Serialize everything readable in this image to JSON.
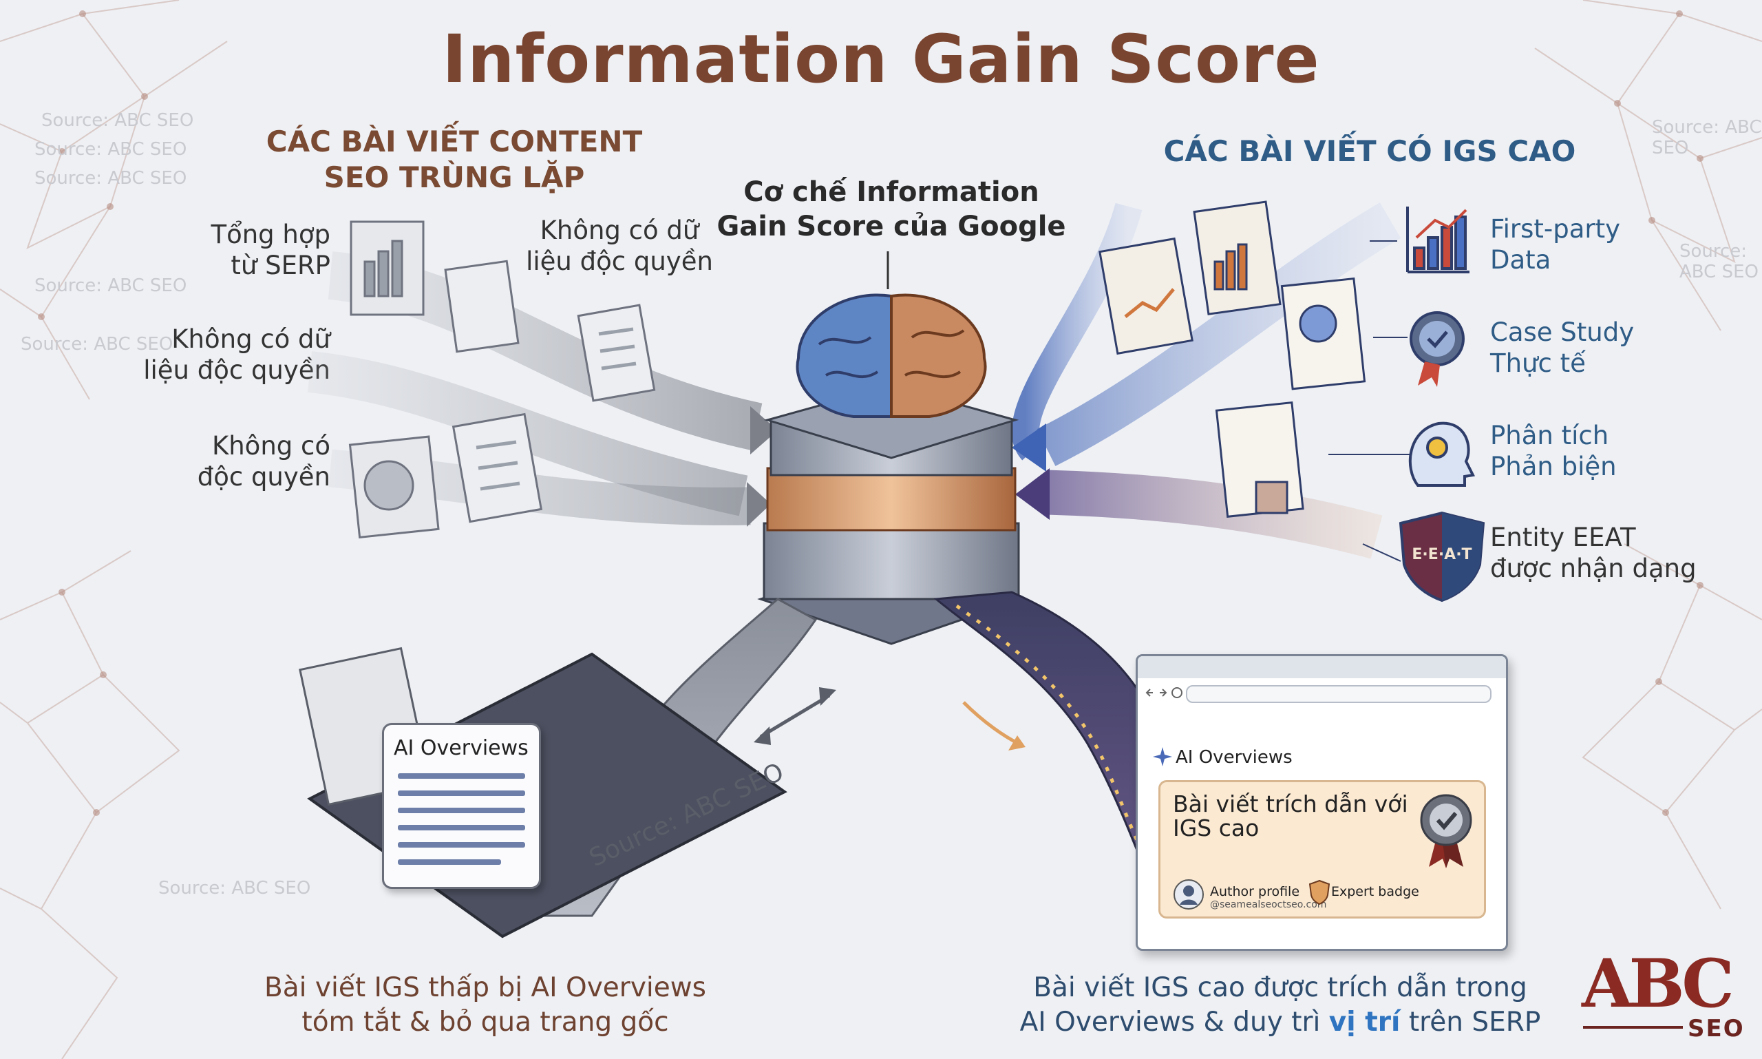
{
  "title": "Information Gain Score",
  "left_section": {
    "heading_line1": "CÁC BÀI VIẾT CONTENT",
    "heading_line2": "SEO TRÙNG LẶP",
    "label_serp_1": "Tổng hợp",
    "label_serp_2": "từ SERP",
    "label_nodata_top_1": "Không có dữ",
    "label_nodata_top_2": "liệu độc quyền",
    "label_nodata_1": "Không có dữ",
    "label_nodata_2": "liệu độc quyền",
    "label_noexcl_1": "Không có",
    "label_noexcl_2": "độc quyền"
  },
  "center": {
    "mechanism_line1": "Cơ chế Information",
    "mechanism_line2": "Gain Score của Google"
  },
  "right_section": {
    "heading": "CÁC BÀI VIẾT CÓ IGS CAO",
    "items": [
      {
        "line1": "First-party",
        "line2": "Data",
        "icon": "chart-icon"
      },
      {
        "line1": "Case Study",
        "line2": "Thực tế",
        "icon": "award-badge-icon"
      },
      {
        "line1": "Phân tích",
        "line2": "Phản biện",
        "icon": "head-lightbulb-icon"
      },
      {
        "line1": "Entity EEAT",
        "line2": "được nhận dạng",
        "icon": "eeat-shield-icon"
      }
    ],
    "shield_text": "E·E·A·T"
  },
  "ai_box": {
    "header": "AI Overviews"
  },
  "browser": {
    "ai_header": "AI Overviews",
    "card_title_1": "Bài viết trích dẫn với",
    "card_title_2": "IGS cao",
    "author_label": "Author profile",
    "author_email": "@seamealseoctseo.com",
    "expert_label": "Expert badge"
  },
  "captions": {
    "left_1": "Bài viết IGS thấp bị AI Overviews",
    "left_2": "tóm tắt & bỏ qua trang gốc",
    "right_1": "Bài viết IGS cao được trích dẫn trong",
    "right_2a": "AI Overviews & duy trì ",
    "right_2b": "vị trí",
    "right_2c": " trên SERP"
  },
  "watermarks": {
    "source_rotated": "Source: ABC SEO",
    "source_small": "Source: ABC SEO"
  },
  "logo": {
    "main": "ABC",
    "sub": "SEO"
  },
  "colors": {
    "title": "#7a4530",
    "left_heading": "#7a4a32",
    "right_heading": "#2f5c86",
    "brain_left": "#5f86c4",
    "brain_right": "#c98a62",
    "logo": "#8a2a22"
  }
}
